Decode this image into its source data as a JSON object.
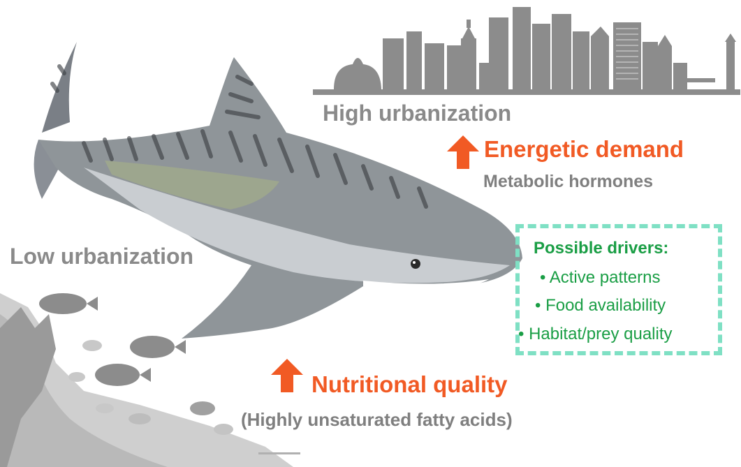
{
  "labels": {
    "high_urbanization": "High urbanization",
    "low_urbanization": "Low urbanization",
    "energetic_demand": "Energetic demand",
    "metabolic_hormones": "Metabolic hormones",
    "nutritional_quality": "Nutritional quality",
    "fatty_acids": "(Highly unsaturated fatty acids)"
  },
  "drivers": {
    "title": "Possible drivers:",
    "items": [
      "• Active patterns",
      "• Food availability",
      "• Habitat/prey quality"
    ]
  },
  "icons": {
    "up_arrow": "up-arrow-icon",
    "skyline": "city-skyline-icon",
    "reef": "coral-reef-icon",
    "shark": "tiger-shark-icon"
  },
  "colors": {
    "gray_text": "#8a8a8a",
    "orange_accent": "#f15a24",
    "green_text": "#1a9e45",
    "dashed_border": "#7fe0c4",
    "skyline": "#8c8c8c",
    "reef": "#bfbfbf"
  }
}
